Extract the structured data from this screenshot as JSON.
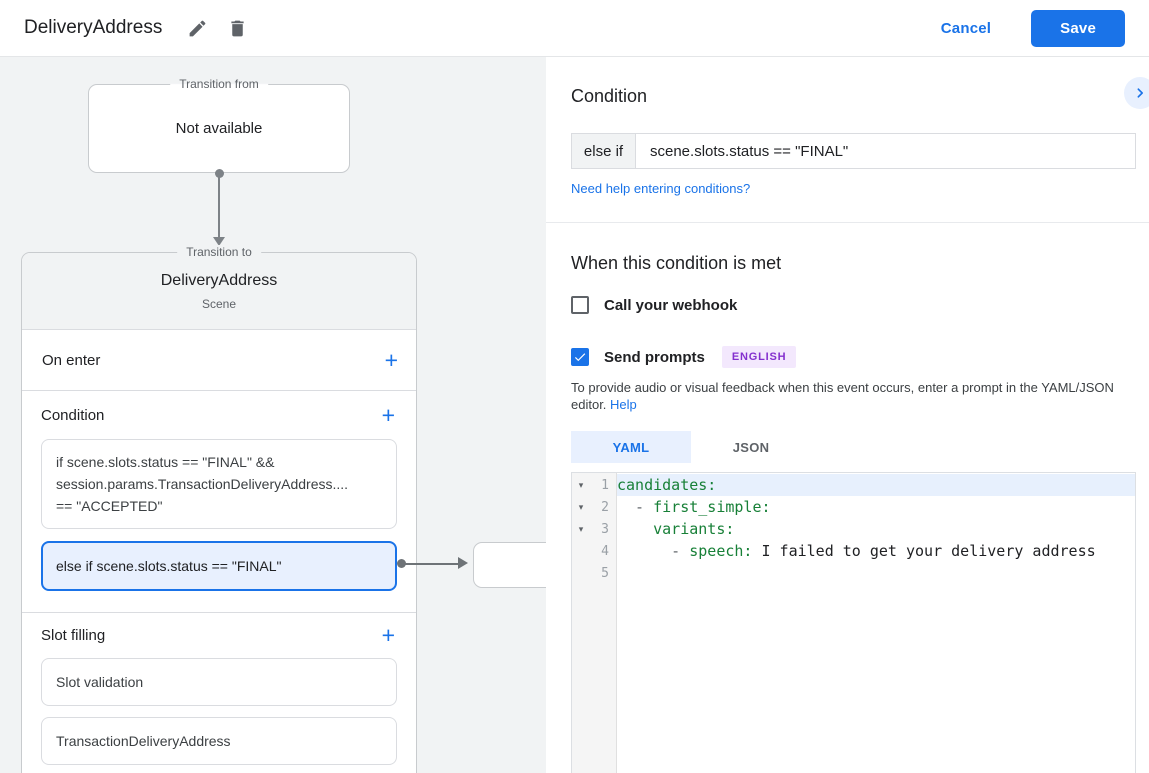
{
  "header": {
    "title": "DeliveryAddress",
    "cancel_label": "Cancel",
    "save_label": "Save"
  },
  "canvas": {
    "transition_from": {
      "legend": "Transition from",
      "content": "Not available"
    },
    "transition_to": {
      "legend": "Transition to",
      "scene_name": "DeliveryAddress",
      "scene_type": "Scene",
      "on_enter_label": "On enter",
      "condition_label": "Condition",
      "condition_first": {
        "line1": "if scene.slots.status == \"FINAL\" &&",
        "line2": "session.params.TransactionDeliveryAddress....",
        "line3": "== \"ACCEPTED\""
      },
      "condition_selected": "else if scene.slots.status == \"FINAL\"",
      "slot_filling_label": "Slot filling",
      "slot_first": "Slot validation",
      "slot_second": "TransactionDeliveryAddress"
    }
  },
  "panel": {
    "title": "Condition",
    "condition_prefix": "else if",
    "condition_value": "scene.slots.status == \"FINAL\"",
    "help_link": "Need help entering conditions?",
    "when_title": "When this condition is met",
    "webhook_label": "Call your webhook",
    "prompts_label": "Send prompts",
    "language_badge": "ENGLISH",
    "description": "To provide audio or visual feedback when this event occurs, enter a prompt in the YAML/JSON editor.",
    "help_label": "Help",
    "tabs": {
      "yaml": "YAML",
      "json": "JSON"
    },
    "editor": {
      "numbers": [
        "1",
        "2",
        "3",
        "4",
        "5"
      ],
      "l1_key": "candidates:",
      "l2_punc": "  - ",
      "l2_key": "first_simple:",
      "l3_indent": "    ",
      "l3_key": "variants:",
      "l4_punc": "      - ",
      "l4_key": "speech:",
      "l4_plain": " I failed to get your delivery address"
    }
  },
  "colors": {
    "accent": "#1a73e8",
    "selected_bg": "#e8f0fe",
    "badge_bg": "#f3e8fd",
    "badge_text": "#8430ce",
    "code_key_green": "#188038"
  }
}
